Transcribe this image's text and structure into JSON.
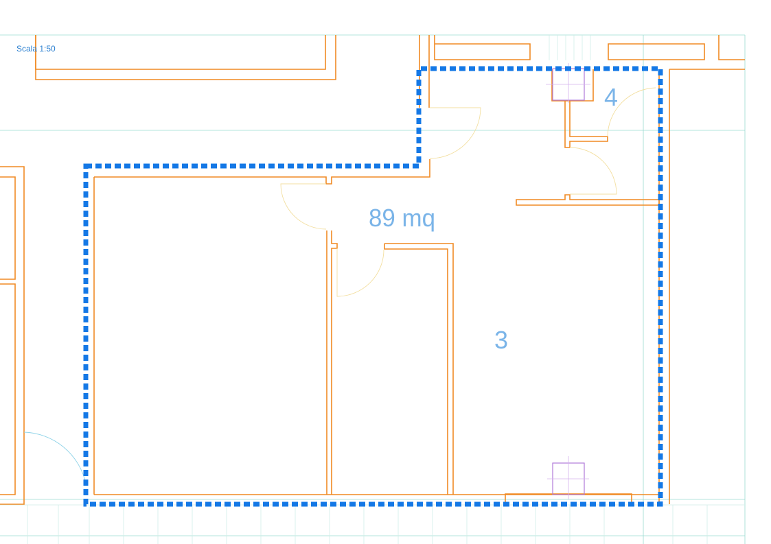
{
  "drawing": {
    "scale_label": "Scala 1:50",
    "area_label": "89 mq",
    "room_numbers": [
      "4",
      "3"
    ]
  },
  "colors": {
    "walls": "#f08a24",
    "selection": "#1478e6",
    "labels": "#7ab4e8",
    "scale_text": "#2a7fd0",
    "guides": "#9adbd0",
    "shafts": "#b07ad9"
  },
  "icons": {
    "shaft": "crossed-square"
  }
}
